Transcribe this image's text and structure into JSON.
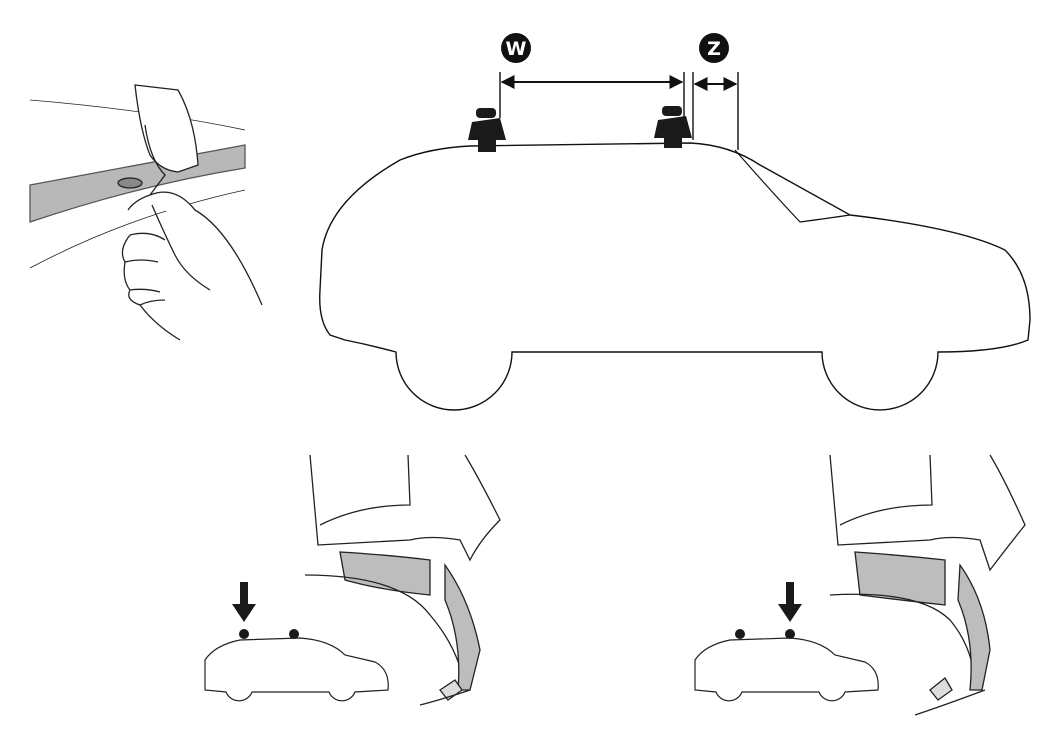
{
  "labels": {
    "width_dimension": "W",
    "offset_dimension": "Z"
  },
  "colors": {
    "line": "#111111",
    "fill_gray": "#b5b5b5",
    "dark": "#1a1a1a"
  },
  "icons": [
    "hand-lifting-door-seal",
    "roof-rack-foot",
    "dimension-arrow",
    "down-arrow",
    "car-silhouette"
  ]
}
